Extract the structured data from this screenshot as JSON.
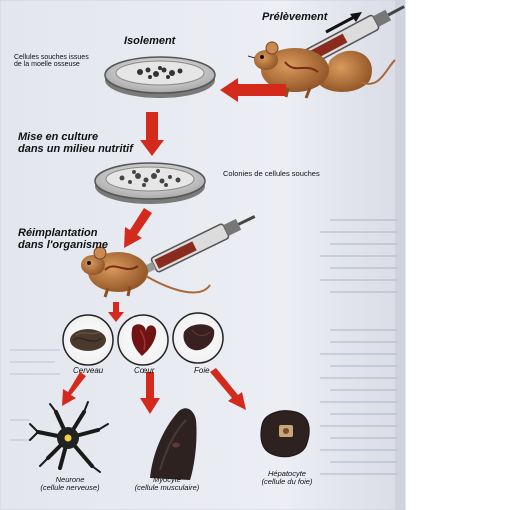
{
  "diagram": {
    "steps": {
      "prelevement": "Prélèvement",
      "isolement": "Isolement",
      "culture_line1": "Mise en culture",
      "culture_line2": "dans un milieu nutritif",
      "reimplantation_line1": "Réimplantation",
      "reimplantation_line2": "dans l'organisme"
    },
    "labels": {
      "stem_cells_line1": "Cellules souches issues",
      "stem_cells_line2": "de la moelle osseuse",
      "colonies": "Colonies de cellules souches"
    },
    "organs": [
      {
        "name": "Cerveau"
      },
      {
        "name": "Cœur"
      },
      {
        "name": "Foie"
      }
    ],
    "cells": [
      {
        "name": "Neurone",
        "desc": "(cellule nerveuse)"
      },
      {
        "name": "Myocyte",
        "desc": "(cellule musculaire)"
      },
      {
        "name": "Hépatocyte",
        "desc": "(cellule du foie)"
      }
    ],
    "colors": {
      "arrow": "#d42a1c",
      "mouse": "#b8753a",
      "dish": "#c9c9c9",
      "background_page": "#e9eaf1"
    }
  }
}
